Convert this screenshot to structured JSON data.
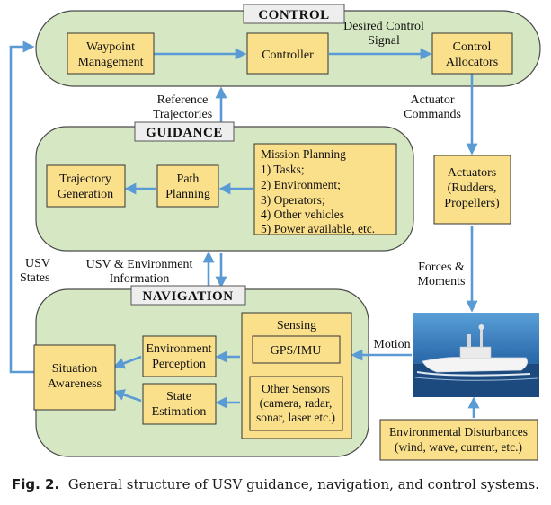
{
  "colors": {
    "panel_fill": "#d5e8c3",
    "panel_stroke": "#4a4a4a",
    "box_fill": "#fbe08c",
    "arrow": "#5b9bd5",
    "header_fill": "#eeeeee"
  },
  "control": {
    "title": "CONTROL",
    "waypoint": [
      "Waypoint",
      "Management"
    ],
    "controller": "Controller",
    "allocators": [
      "Control",
      "Allocators"
    ],
    "desired_signal": [
      "Desired Control",
      "Signal"
    ]
  },
  "guidance": {
    "title": "GUIDANCE",
    "trajectory": [
      "Trajectory",
      "Generation"
    ],
    "path": [
      "Path",
      "Planning"
    ],
    "mission": [
      "Mission Planning",
      "1) Tasks;",
      "2) Environment;",
      "3) Operators;",
      "4) Other vehicles",
      "5) Power available, etc."
    ]
  },
  "navigation": {
    "title": "NAVIGATION",
    "situation": [
      "Situation",
      "Awareness"
    ],
    "env_perception": [
      "Environment",
      "Perception"
    ],
    "state_estimation": [
      "State",
      "Estimation"
    ],
    "sensing": "Sensing",
    "gps": "GPS/IMU",
    "other_sensors": [
      "Other Sensors",
      "(camera, radar,",
      "sonar, laser etc.)"
    ]
  },
  "external": {
    "actuators": [
      "Actuators",
      "(Rudders,",
      "Propellers)"
    ],
    "disturbances": [
      "Environmental Disturbances",
      "(wind, wave, current,  etc.)"
    ],
    "vessel_photo_icon": "usv-boat-photo-icon"
  },
  "labels": {
    "reference": [
      "Reference",
      "Trajectories"
    ],
    "actuator_commands": [
      "Actuator",
      "Commands"
    ],
    "forces": [
      "Forces &",
      "Moments"
    ],
    "motion": "Motion",
    "usv_states": [
      "USV",
      "States"
    ],
    "usv_env_info": [
      "USV & Environment",
      "Information"
    ]
  },
  "caption": {
    "fig": "Fig. 2.",
    "text": "General structure of USV guidance, navigation, and control systems."
  }
}
